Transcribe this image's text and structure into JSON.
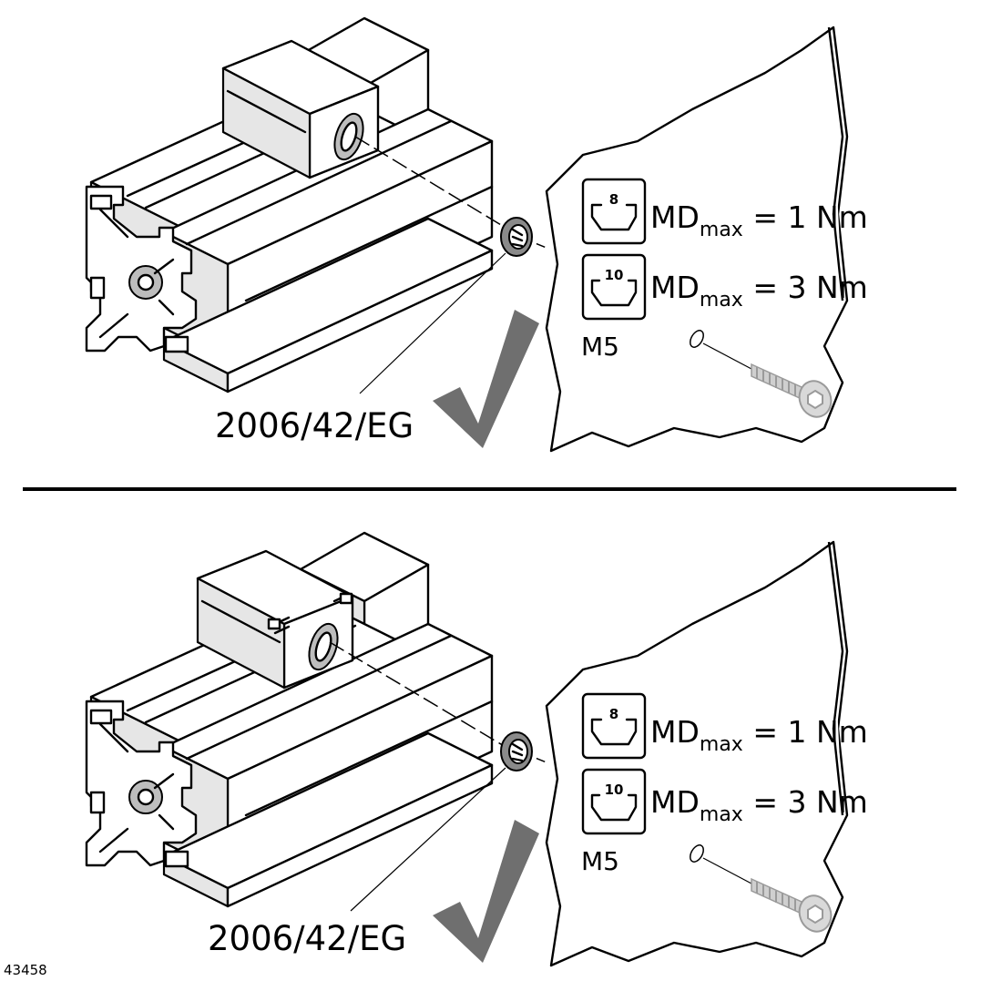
{
  "panels": [
    {
      "standard": "2006/42/EG",
      "thread": "M5",
      "torque_rows": [
        {
          "badge": "8",
          "prefix": "MD",
          "subscript": "max",
          "value": " = 1 Nm"
        },
        {
          "badge": "10",
          "prefix": "MD",
          "subscript": "max",
          "value": " = 3 Nm"
        }
      ]
    },
    {
      "standard": "2006/42/EG",
      "thread": "M5",
      "torque_rows": [
        {
          "badge": "8",
          "prefix": "MD",
          "subscript": "max",
          "value": " = 1 Nm"
        },
        {
          "badge": "10",
          "prefix": "MD",
          "subscript": "max",
          "value": " = 3 Nm"
        }
      ]
    }
  ],
  "figure_id": "43458",
  "colors": {
    "checkmark": "#6f6f6f",
    "screw": "#cfcfcf",
    "line": "#000000"
  }
}
